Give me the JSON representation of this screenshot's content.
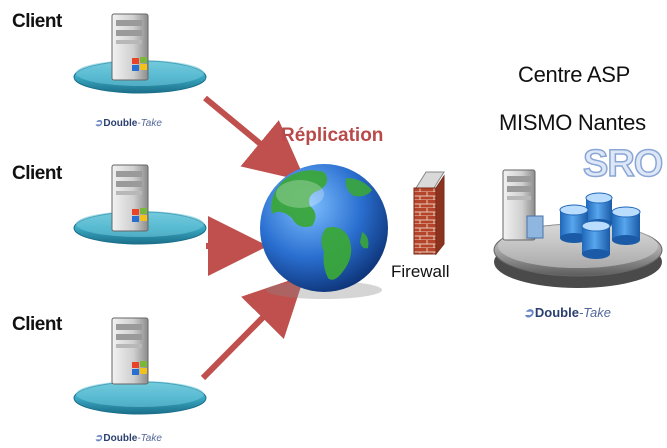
{
  "clients": [
    {
      "label": "Client",
      "brand": "Double",
      "brand_suffix": "-Take"
    },
    {
      "label": "Client"
    },
    {
      "label": "Client",
      "brand": "Double",
      "brand_suffix": "-Take"
    }
  ],
  "replication_label": "Réplication",
  "firewall_label": "Firewall",
  "center": {
    "title_line1": "Centre ASP",
    "title_line2": "MISMO Nantes",
    "logo_text": "SRO",
    "brand": "Double",
    "brand_suffix": "-Take"
  },
  "colors": {
    "arrow": "#c0504d",
    "platform": "#2c9ab4",
    "globe_ocean": "#2b6fd0",
    "globe_land": "#3aa63a",
    "brick": "#b5442a"
  }
}
